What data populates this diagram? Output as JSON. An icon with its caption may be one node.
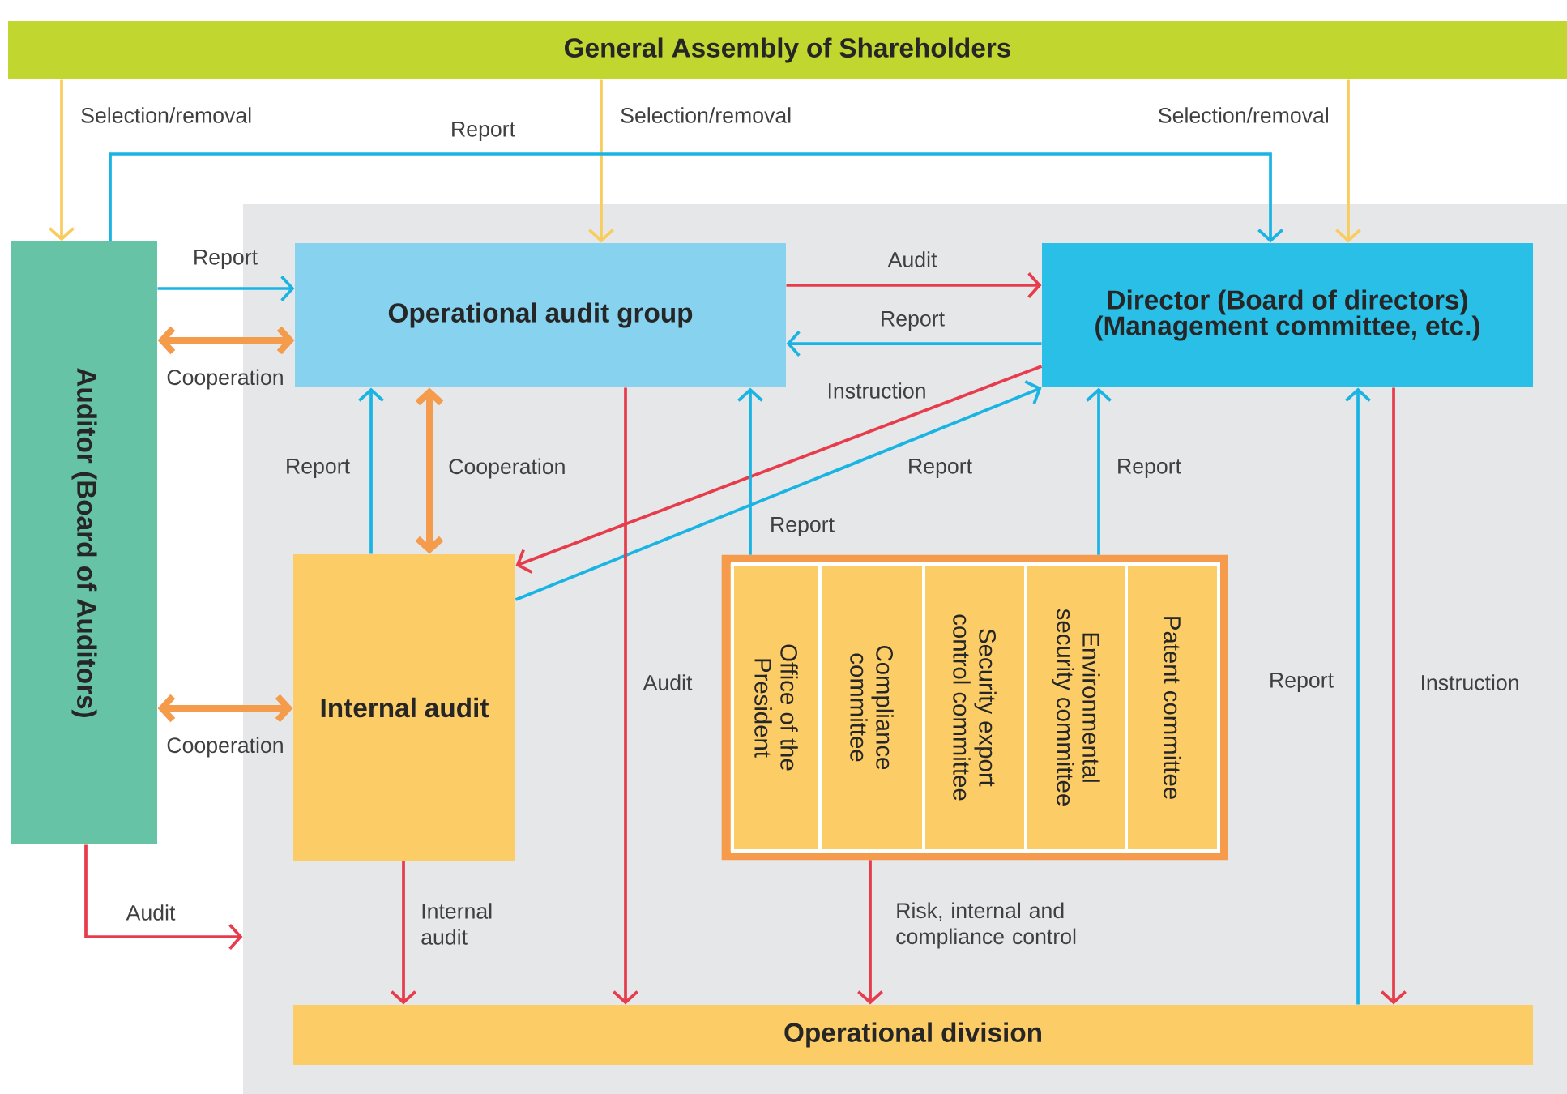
{
  "diagram": {
    "nodes": [
      {
        "text": [
          "General Assembly of Shareholders"
        ]
      },
      {
        "text": [],
        "shape": "box"
      },
      {
        "text": [
          "Auditor (Board of Auditors)"
        ]
      },
      {
        "text": [
          "Operational audit group"
        ],
        "in": 1
      },
      {
        "text": [
          "Director (Board of directors) (Management committee, etc.)"
        ],
        "in": 1
      },
      {
        "text": [
          "Internal audit"
        ],
        "in": 1
      },
      {
        "text": [],
        "shape": "box",
        "in": 1
      },
      {
        "text": [
          "Office of the President"
        ],
        "in": 6
      },
      {
        "text": [
          "Compliance committee"
        ],
        "in": 6
      },
      {
        "text": [
          "Security export control committee"
        ],
        "in": 6
      },
      {
        "text": [
          "Environmental security committee"
        ],
        "in": 6
      },
      {
        "text": [
          "Patent committee"
        ],
        "in": 6
      },
      {
        "text": [
          "Operational division"
        ],
        "in": 1
      }
    ],
    "edges": [
      {
        "from": 0,
        "to": 2,
        "arrow": "to",
        "label": "Selection/removal",
        "color": "#f9cc5f"
      },
      {
        "from": 0,
        "to": 3,
        "arrow": "to",
        "label": "Selection/removal",
        "color": "#f9cc5f"
      },
      {
        "from": 0,
        "to": 4,
        "arrow": "to",
        "label": "Selection/removal",
        "color": "#f9cc5f"
      },
      {
        "from": 2,
        "to": 4,
        "arrow": "to",
        "label": "Report"
      },
      {
        "from": 2,
        "to": 3,
        "arrow": "to",
        "label": "Report"
      },
      {
        "from": 2,
        "to": 3,
        "arrow": "both",
        "label": "Cooperation",
        "style": "thick",
        "color": "#f59b4c"
      },
      {
        "from": 2,
        "to": 5,
        "arrow": "both",
        "label": "Cooperation",
        "style": "thick",
        "color": "#f59b4c"
      },
      {
        "from": 2,
        "to": 1,
        "arrow": "to",
        "label": "Audit",
        "color": "#e63c4b"
      },
      {
        "from": 3,
        "to": 4,
        "arrow": "to",
        "label": "Audit",
        "color": "#e63c4b"
      },
      {
        "from": 4,
        "to": 3,
        "arrow": "to",
        "label": "Report"
      },
      {
        "from": 4,
        "to": 5,
        "arrow": "to",
        "label": "Instruction",
        "color": "#e63c4b"
      },
      {
        "from": 5,
        "to": 4,
        "arrow": "to",
        "label": "Report"
      },
      {
        "from": 5,
        "to": 3,
        "arrow": "to",
        "label": "Report"
      },
      {
        "from": 3,
        "to": 5,
        "arrow": "both",
        "label": "Cooperation",
        "style": "thick",
        "color": "#f59b4c"
      },
      {
        "from": 3,
        "to": 12,
        "arrow": "to",
        "label": "Audit",
        "color": "#e63c4b"
      },
      {
        "from": 6,
        "to": 3,
        "arrow": "to",
        "label": "Report"
      },
      {
        "from": 6,
        "to": 4,
        "arrow": "to",
        "label": "Report"
      },
      {
        "from": 5,
        "to": 12,
        "arrow": "to",
        "label": "Internal audit",
        "color": "#e63c4b"
      },
      {
        "from": 6,
        "to": 12,
        "arrow": "to",
        "label": "Risk, internal and compliance control",
        "color": "#e63c4b"
      },
      {
        "from": 12,
        "to": 4,
        "arrow": "to",
        "label": "Report"
      },
      {
        "from": 4,
        "to": 12,
        "arrow": "to",
        "label": "Instruction",
        "color": "#e63c4b"
      }
    ]
  }
}
